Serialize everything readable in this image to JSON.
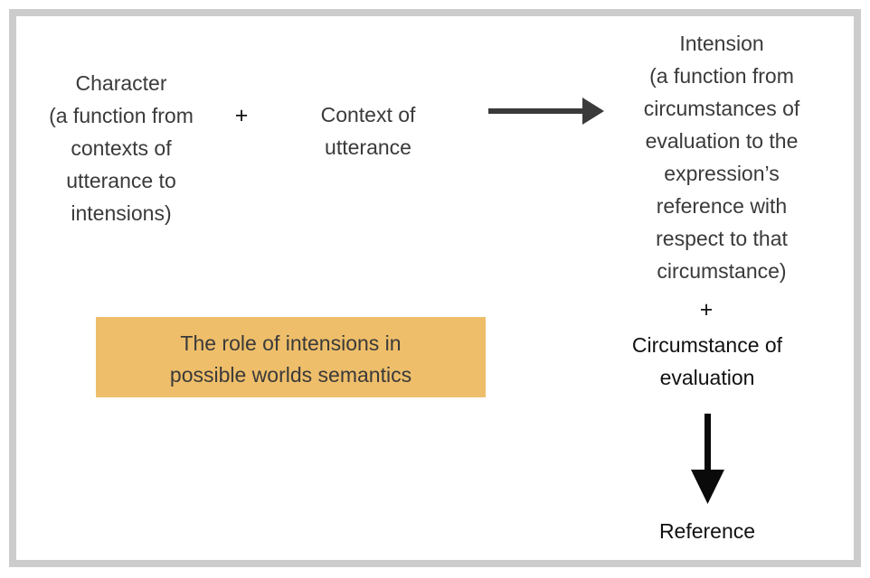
{
  "colors": {
    "accent": "#eebe6a",
    "frame": "#cccccc",
    "text_dark": "#3a3a3a",
    "text_black": "#111111",
    "arrow_gray": "#3a3a3a",
    "arrow_black": "#0a0a0a"
  },
  "diagram": {
    "character": [
      "Character",
      "(a function from",
      "contexts of",
      "utterance to",
      "intensions)"
    ],
    "plus_1": "+",
    "context": [
      "Context of",
      "utterance"
    ],
    "intension": [
      "Intension",
      "(a function from",
      "circumstances of",
      "evaluation to the",
      "expression’s",
      "reference with",
      "respect to that",
      "circumstance)"
    ],
    "plus_2": "+",
    "circumstance": [
      "Circumstance of",
      "evaluation"
    ],
    "reference": "Reference",
    "highlight": [
      "The role of intensions in",
      "possible worlds semantics"
    ],
    "icons": {
      "right_arrow": "right-arrow-icon",
      "down_arrow": "down-arrow-icon"
    }
  }
}
